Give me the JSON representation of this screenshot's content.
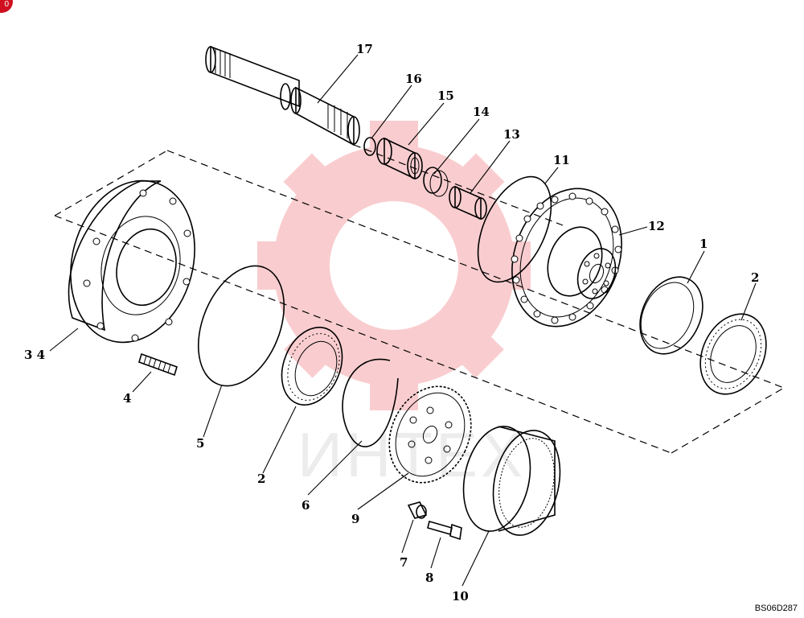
{
  "watermark": {
    "text": "ИНТЕХ",
    "color": "#e8222a"
  },
  "corner_badge": {
    "text": "0",
    "color": "#d01020"
  },
  "drawing_code": "BS06D287",
  "callouts": [
    {
      "id": "17",
      "text": "17"
    },
    {
      "id": "16",
      "text": "16"
    },
    {
      "id": "15",
      "text": "15"
    },
    {
      "id": "14",
      "text": "14"
    },
    {
      "id": "13",
      "text": "13"
    },
    {
      "id": "11",
      "text": "11"
    },
    {
      "id": "12",
      "text": "12"
    },
    {
      "id": "1",
      "text": "1"
    },
    {
      "id": "2a",
      "text": "2"
    },
    {
      "id": "34",
      "text": "3 4"
    },
    {
      "id": "4",
      "text": "4"
    },
    {
      "id": "5",
      "text": "5"
    },
    {
      "id": "2b",
      "text": "2"
    },
    {
      "id": "6",
      "text": "6"
    },
    {
      "id": "9",
      "text": "9"
    },
    {
      "id": "7",
      "text": "7"
    },
    {
      "id": "8",
      "text": "8"
    },
    {
      "id": "10",
      "text": "10"
    }
  ]
}
